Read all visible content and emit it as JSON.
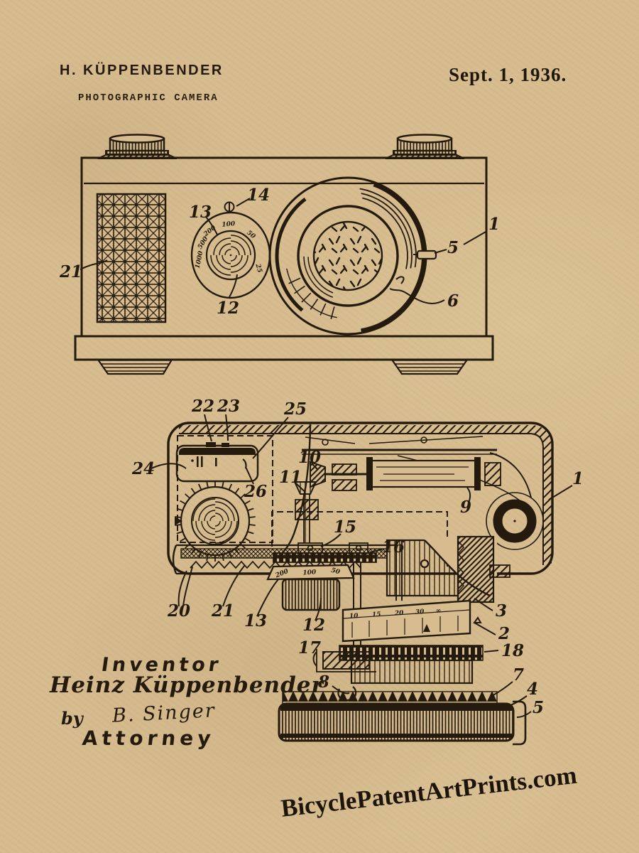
{
  "page": {
    "background_color": "#d6bc8e",
    "ink_color": "#241a0d"
  },
  "header": {
    "inventor_name": "H. KÜPPENBENDER",
    "document_title": "PHOTOGRAPHIC CAMERA",
    "date": "Sept. 1, 1936."
  },
  "figure1": {
    "description": "camera front elevation view",
    "refs": {
      "r1": "1",
      "r5": "5",
      "r6": "6",
      "r12": "12",
      "r13": "13",
      "r14": "14",
      "r21": "21"
    },
    "dial_scale": [
      "1000",
      "500",
      "200",
      "100",
      "50",
      "25"
    ]
  },
  "figure2": {
    "description": "camera top sectional view",
    "refs": {
      "r1": "1",
      "r2": "2",
      "r3": "3",
      "r4": "4",
      "r5": "5",
      "r7": "7",
      "r8": "8",
      "r9": "9",
      "r10": "10",
      "r11": "11",
      "r12": "12",
      "r13": "13",
      "r15": "15",
      "r16": "16",
      "r17": "17",
      "r18": "18",
      "r20": "20",
      "r21": "21",
      "r22": "22",
      "r23": "23",
      "r24": "24",
      "r25": "25",
      "r26": "26"
    },
    "knob_scale": [
      "200",
      "100",
      "50"
    ],
    "distance_scale": [
      "10",
      "15",
      "20",
      "30",
      "∞"
    ]
  },
  "signature": {
    "inventor_label": "Inventor",
    "inventor_signature": "Heinz Küppenbender",
    "by_label": "by",
    "attorney_signature": "B. Singer",
    "attorney_label": "Attorney"
  },
  "watermark": {
    "text": "BicyclePatentArtPrints.com"
  }
}
